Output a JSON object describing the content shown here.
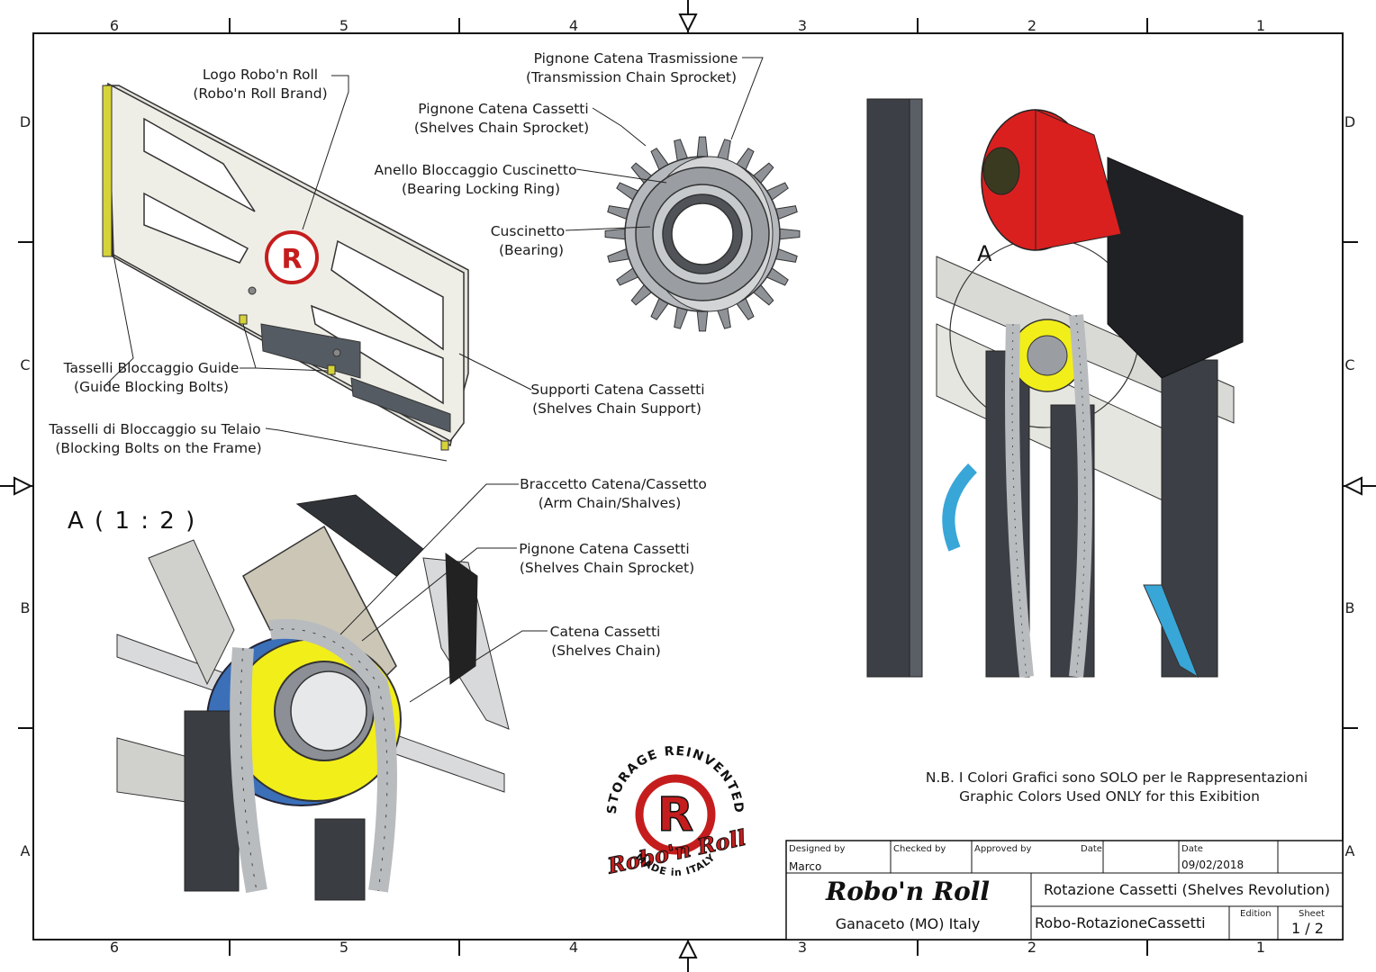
{
  "grid": {
    "columns": [
      "6",
      "5",
      "4",
      "3",
      "2",
      "1"
    ],
    "rows": [
      "D",
      "C",
      "B",
      "A"
    ]
  },
  "callouts": {
    "logo": [
      "Logo Robo'n Roll",
      "(Robo'n Roll Brand)"
    ],
    "transmission_sprocket": [
      "Pignone Catena Trasmissione",
      "(Transmission Chain Sprocket)"
    ],
    "shelves_sprocket_top": [
      "Pignone Catena Cassetti",
      "(Shelves Chain Sprocket)"
    ],
    "bearing_ring": [
      "Anello Bloccaggio Cuscinetto",
      "(Bearing Locking Ring)"
    ],
    "bearing": [
      "Cuscinetto",
      "(Bearing)"
    ],
    "guide_bolts": [
      "Tasselli Bloccaggio Guide",
      "(Guide Blocking Bolts)"
    ],
    "frame_bolts": [
      "Tasselli di Bloccaggio su Telaio",
      "(Blocking Bolts on the Frame)"
    ],
    "chain_support": [
      "Supporti Catena Cassetti",
      "(Shelves Chain Support)"
    ],
    "arm": [
      "Braccetto Catena/Cassetto",
      "(Arm Chain/Shalves)"
    ],
    "shelves_sprocket_bottom": [
      "Pignone Catena Cassetti",
      "(Shelves Chain Sprocket)"
    ],
    "chain": [
      "Catena Cassetti",
      "(Shelves Chain)"
    ]
  },
  "detail_view_title": "A ( 1 : 2 )",
  "detail_marker": "A",
  "note": {
    "line1": "N.B. I Colori Grafici sono SOLO per le Rappresentazioni",
    "line2": "Graphic Colors Used ONLY for this Exibition"
  },
  "title_block": {
    "designed_by_label": "Designed by",
    "designed_by": "Marco",
    "checked_by_label": "Checked by",
    "approved_by_label": "Approved by",
    "date_label_1": "Date",
    "date_label_2": "Date",
    "date": "09/02/2018",
    "brand": "Robo'n Roll",
    "location": "Ganaceto (MO) Italy",
    "title": "Rotazione Cassetti (Shelves Revolution)",
    "file": "Robo-RotazioneCassetti",
    "edition_label": "Edition",
    "sheet_label": "Sheet",
    "sheet": "1 / 2"
  },
  "logo": {
    "top_text": "STORAGE REINVENTED",
    "brand": "Robo'n Roll",
    "bottom_text": "MADE in ITALY",
    "emblem_letter": "R"
  },
  "colors": {
    "motor_red": "#d9201f",
    "sprocket_yellow": "#f2ee1a",
    "plate_cream": "#efeee6",
    "profile_dark": "#3c4046",
    "accent_blue": "#39a6d8",
    "chain_grey": "#b9bcbf"
  }
}
